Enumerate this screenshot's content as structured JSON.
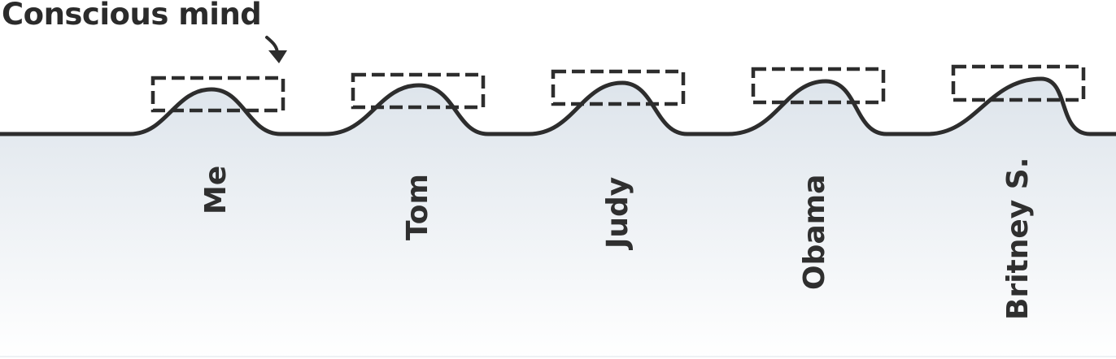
{
  "title": "Conscious mind",
  "people": [
    {
      "label": "Me"
    },
    {
      "label": "Tom"
    },
    {
      "label": "Judy"
    },
    {
      "label": "Obama"
    },
    {
      "label": "Britney S."
    }
  ],
  "colors": {
    "line": "#2d2d2d",
    "fill_top": "#dfe5ec",
    "fill_bottom": "#ffffff",
    "text": "#2f2f2f"
  }
}
